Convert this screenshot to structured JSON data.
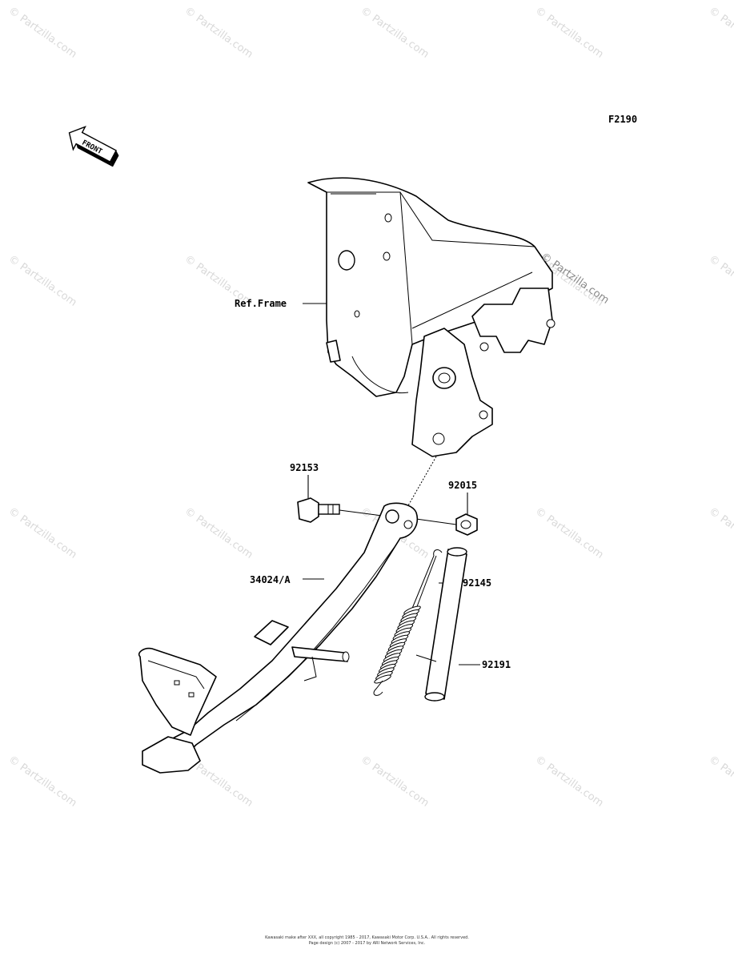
{
  "diagram_id": "F2190",
  "front_label": "FRONT",
  "labels": {
    "ref_frame": "Ref.Frame",
    "p92153": "92153",
    "p92015": "92015",
    "p34024": "34024/A",
    "p92145": "92145",
    "p92191": "92191"
  },
  "watermark": {
    "text": "© Partzilla.com",
    "color": "#d9d9d9"
  },
  "footer": {
    "line1": "Kawasaki make after XXX, all copyright 1985 - 2017, Kawasaki Motor Corp. U.S.A.. All rights reserved.",
    "line2": "Page design (c) 2007 - 2017 by ARI Network Services, Inc."
  }
}
